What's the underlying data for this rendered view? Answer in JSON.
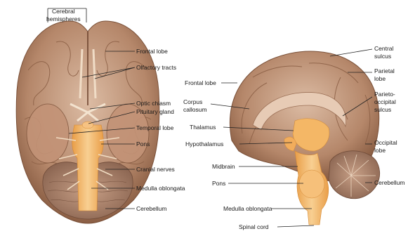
{
  "figure": {
    "left_view": {
      "labels": {
        "cerebral_hemispheres_1": "Cerebral",
        "cerebral_hemispheres_2": "hemispheres",
        "frontal_lobe": "Frontal lobe",
        "olfactory_tracts": "Olfactory tracts",
        "optic_chiasm": "Optic chiasm",
        "pituitary_gland": "Pituitary gland",
        "temporal_lobe": "Temporal lobe",
        "pons": "Pons",
        "cranial_nerves": "Cranial nerves",
        "medulla_oblongata": "Medulla oblongata",
        "cerebellum": "Cerebellum"
      }
    },
    "right_view": {
      "labels": {
        "frontal_lobe": "Frontal lobe",
        "corpus_callosum_1": "Corpus",
        "corpus_callosum_2": "callosum",
        "thalamus": "Thalamus",
        "hypothalamus": "Hypothalamus",
        "midbrain": "Midbrain",
        "pons": "Pons",
        "medulla_oblongata": "Medulla oblongata",
        "spinal_cord": "Spinal cord",
        "central_sulcus_1": "Central",
        "central_sulcus_2": "sulcus",
        "parietal_lobe_1": "Parietal",
        "parietal_lobe_2": "lobe",
        "parieto_occipital_1": "Parieto-",
        "parieto_occipital_2": "occipital",
        "parieto_occipital_3": "sulcus",
        "occipital_lobe_1": "Occipital",
        "occipital_lobe_2": "lobe",
        "cerebellum": "Cerebellum"
      }
    },
    "colors": {
      "cortex": "#b5876a",
      "cortex_dark": "#8a5e44",
      "cortex_light": "#d7b59c",
      "brainstem": "#f2b468",
      "brainstem_light": "#f8cf92",
      "leader_line": "#222222"
    }
  }
}
